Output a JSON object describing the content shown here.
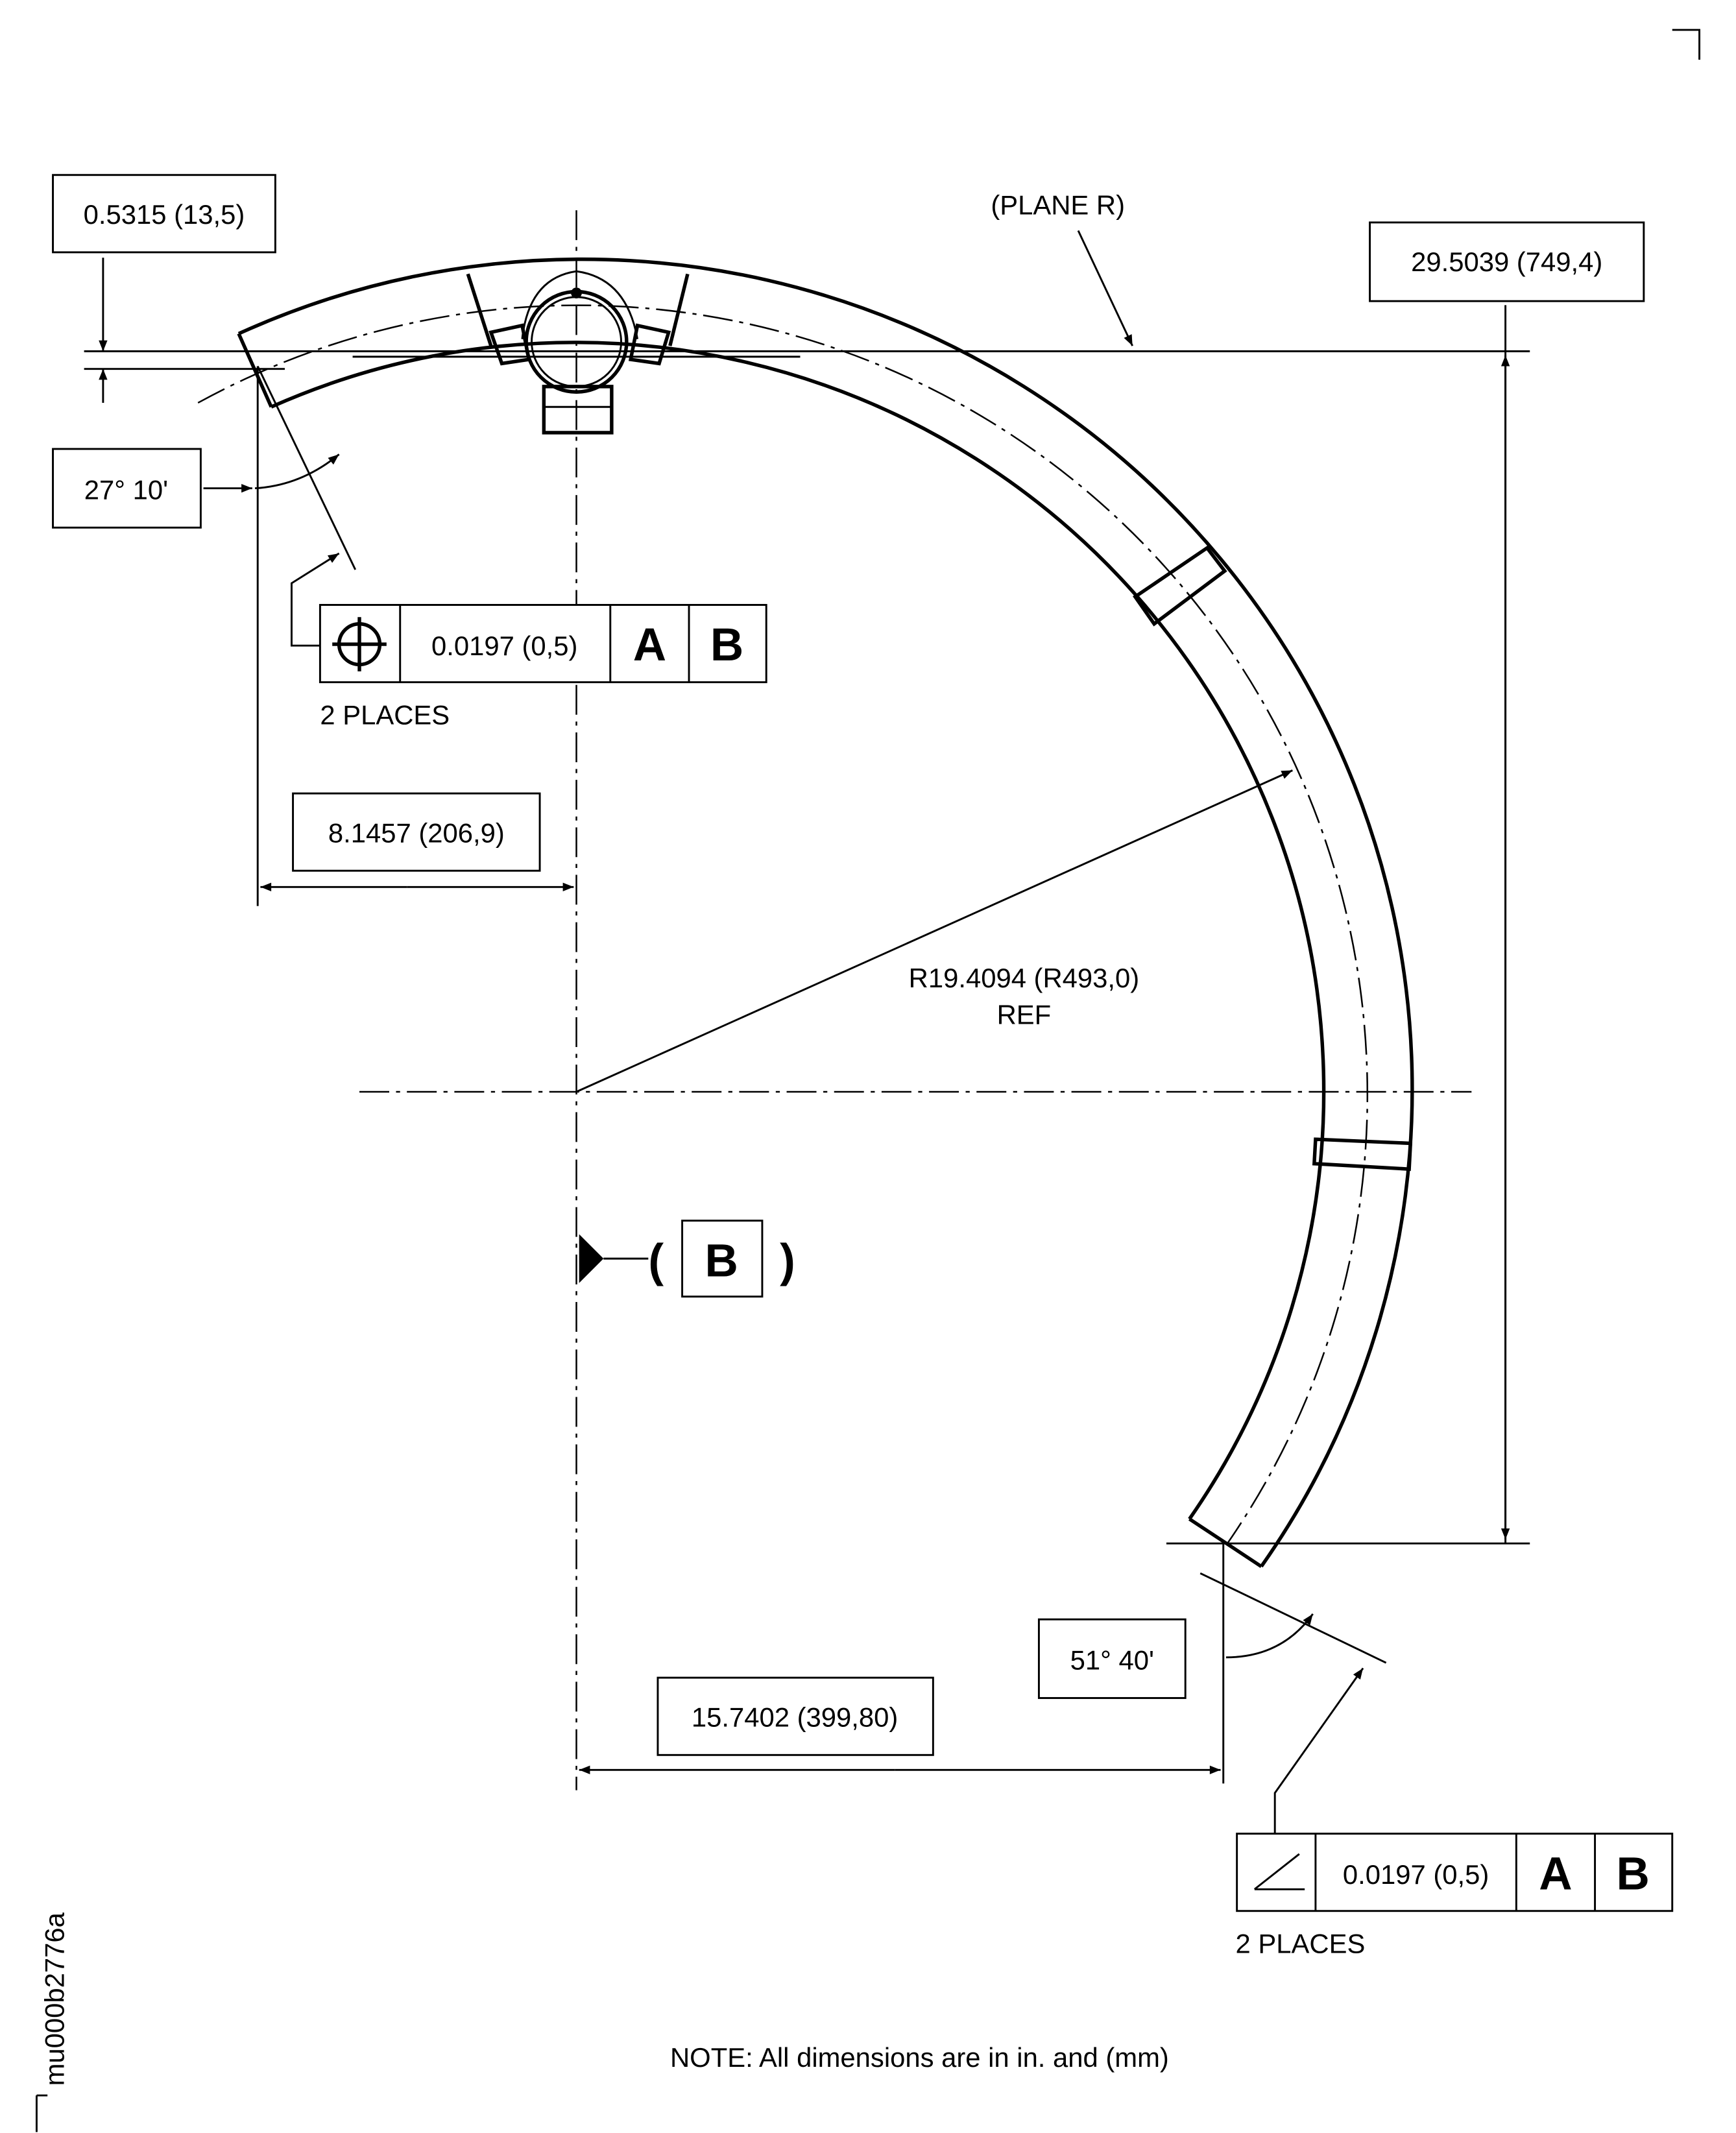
{
  "dimensions": {
    "offset_top": "0.5315 (13,5)",
    "plane": "(PLANE R)",
    "height": "29.5039 (749,4)",
    "angle_left": "27° 10'",
    "offset_left": "8.1457 (206,9)",
    "radius": "R19.4094 (R493,0)",
    "radius_ref": "REF",
    "angle_right": "51° 40'",
    "offset_right": "15.7402 (399,80)"
  },
  "fcf_position": {
    "tolerance": "0.0197 (0,5)",
    "datum1": "A",
    "datum2": "B",
    "note": "2 PLACES"
  },
  "fcf_angularity": {
    "tolerance": "0.0197 (0,5)",
    "datum1": "A",
    "datum2": "B",
    "note": "2 PLACES"
  },
  "datum": {
    "label": "B",
    "open": "(",
    "close": ")"
  },
  "note": "NOTE:  All dimensions are in in. and (mm)",
  "figure_id": "mu000b2776a"
}
